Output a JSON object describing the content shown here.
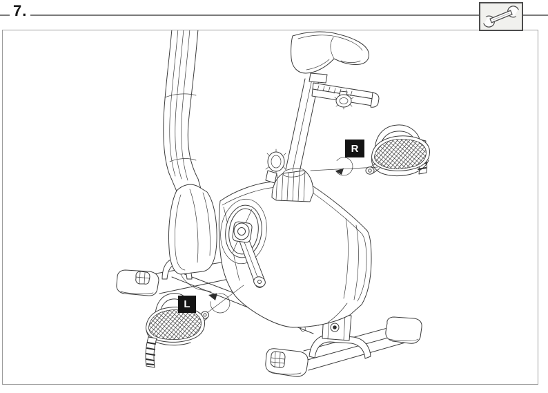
{
  "step": {
    "number_label": "7."
  },
  "tool_box": {
    "icon": "wrench-icon"
  },
  "illustration": {
    "subject": "exercise-bike-pedal-assembly",
    "pedal_labels": {
      "right": "R",
      "left": "L"
    }
  },
  "colors": {
    "background": "#ffffff",
    "line_art": "#3c3c3c",
    "label_bg": "#141414",
    "label_text": "#ffffff",
    "frame_border": "#9c9c9c",
    "header_rule": "#7a7a7a",
    "toolbox_bg": "#f1f1ee",
    "toolbox_border": "#4c4c4c",
    "pedal_hatch": "#2e2e2e"
  }
}
